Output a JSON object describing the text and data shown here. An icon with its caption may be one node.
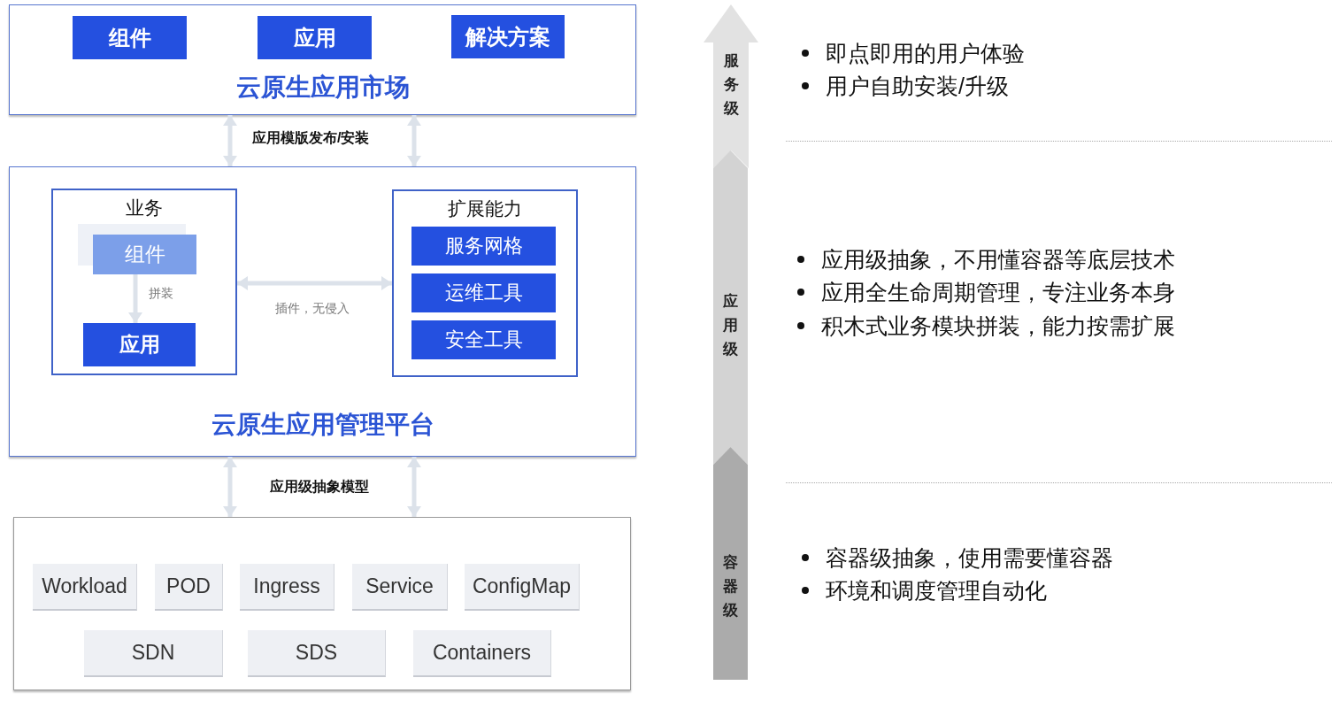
{
  "diagram": {
    "nodes": [
      {
        "text": [
          "云原生应用市场"
        ]
      },
      {
        "text": [
          "组件"
        ],
        "in": 0
      },
      {
        "text": [
          "应用"
        ],
        "in": 0
      },
      {
        "text": [
          "解决方案"
        ],
        "in": 0
      },
      {
        "text": [
          "云原生应用管理平台"
        ]
      },
      {
        "text": [
          "业务"
        ],
        "in": 4
      },
      {
        "text": [
          "组件"
        ],
        "in": 5
      },
      {
        "text": [
          "应用"
        ],
        "in": 5
      },
      {
        "text": [
          "扩展能力"
        ],
        "in": 4
      },
      {
        "text": [
          "服务网格"
        ],
        "in": 8
      },
      {
        "text": [
          "运维工具"
        ],
        "in": 8
      },
      {
        "text": [
          "安全工具"
        ],
        "in": 8
      },
      {
        "text": [],
        "shape": "box"
      },
      {
        "text": [
          "Workload"
        ],
        "in": 12
      },
      {
        "text": [
          "POD"
        ],
        "in": 12
      },
      {
        "text": [
          "Ingress"
        ],
        "in": 12
      },
      {
        "text": [
          "Service"
        ],
        "in": 12
      },
      {
        "text": [
          "ConfigMap"
        ],
        "in": 12
      },
      {
        "text": [
          "SDN"
        ],
        "in": 12
      },
      {
        "text": [
          "SDS"
        ],
        "in": 12
      },
      {
        "text": [
          "Containers"
        ],
        "in": 12
      },
      {
        "text": [
          "服务级"
        ]
      },
      {
        "text": [
          "应用级"
        ]
      },
      {
        "text": [
          "容器级"
        ]
      }
    ],
    "edges": [
      {
        "from": 0,
        "to": 4,
        "arrow": "both"
      },
      {
        "from": 0,
        "to": 4,
        "arrow": "both"
      },
      {
        "from": 4,
        "to": 12,
        "arrow": "both"
      },
      {
        "from": 4,
        "to": 12,
        "arrow": "both"
      },
      {
        "from": 6,
        "to": 7,
        "arrow": "to",
        "label": "拼装"
      },
      {
        "from": 5,
        "to": 8,
        "arrow": "both",
        "label": "插件，无侵入"
      }
    ],
    "labels": [
      "应用模版发布/安装",
      "应用级抽象模型",
      "即点即用的用户体验",
      "用户自助安装/升级",
      "应用级抽象，不用懂容器等底层技术",
      "应用全生命周期管理，专注业务本身",
      "积木式业务模块拼装，能力按需扩展",
      "容器级抽象，使用需要懂容器",
      "环境和调度管理自动化"
    ]
  }
}
